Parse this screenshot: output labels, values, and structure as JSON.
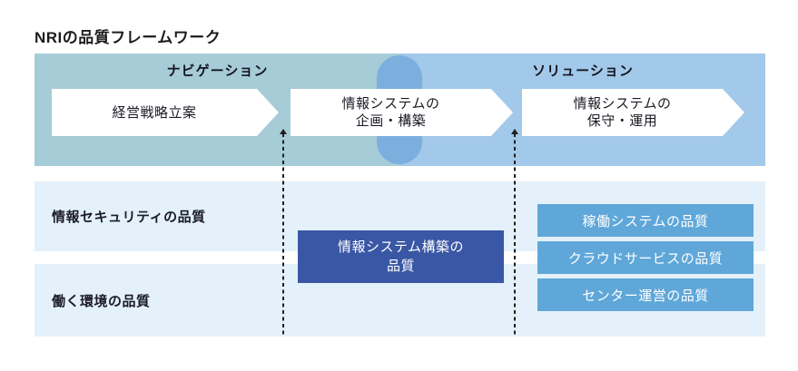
{
  "title": "NRIの品質フレームワーク",
  "banner": {
    "navigation_label": "ナビゲーション",
    "solution_label": "ソリューション",
    "arrows": [
      {
        "label": "経営戦略立案"
      },
      {
        "label": "情報システムの\n企画・構築"
      },
      {
        "label": "情報システムの\n保守・運用"
      }
    ]
  },
  "quality_rows": [
    {
      "label": "情報セキュリティの品質"
    },
    {
      "label": "働く環境の品質"
    }
  ],
  "build_quality_box": {
    "label": "情報システム構築の\n品質"
  },
  "operation_quality_boxes": [
    {
      "label": "稼働システムの品質"
    },
    {
      "label": "クラウドサービスの品質"
    },
    {
      "label": "センター運営の品質"
    }
  ],
  "colors": {
    "banner_navigation": "#a5ccd7",
    "banner_solution": "#a2c8ea",
    "capsule": "#7cafde",
    "quality_row_bg": "#e4f1fb",
    "build_quality_box_bg": "#3a57a5",
    "operation_box_bg": "#5fa7d9",
    "arrow_bg": "#ffffff",
    "text_dark": "#1a1a24",
    "text_light": "#ffffff",
    "dashed_line": "#1f1f1f"
  }
}
